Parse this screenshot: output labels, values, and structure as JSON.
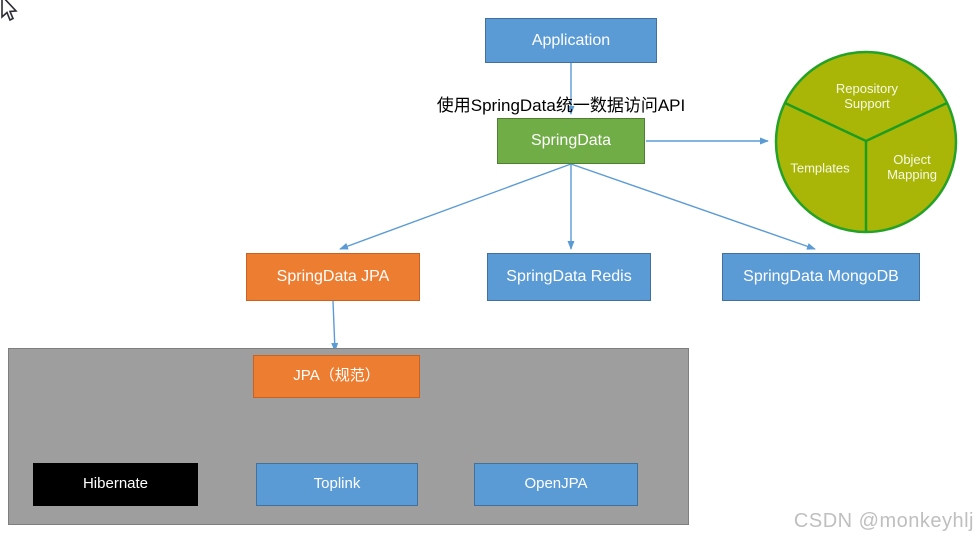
{
  "annotation": "使用SpringData统一数据访问API",
  "watermark": "CSDN @monkeyhlj",
  "nodes": {
    "application": {
      "label": "Application"
    },
    "springdata": {
      "label": "SpringData"
    },
    "springdata_jpa": {
      "label": "SpringData JPA"
    },
    "springdata_redis": {
      "label": "SpringData Redis"
    },
    "springdata_mongodb": {
      "label": "SpringData MongoDB"
    },
    "jpa_spec": {
      "label": "JPA（规范）"
    },
    "hibernate": {
      "label": "Hibernate"
    },
    "toplink": {
      "label": "Toplink"
    },
    "openjpa": {
      "label": "OpenJPA"
    }
  },
  "circle": {
    "segments": {
      "top": "Repository Support",
      "left": "Templates",
      "right": "Object Mapping"
    }
  },
  "colors": {
    "box_blue": "#5B9BD5",
    "box_blue_border": "#41719C",
    "box_green": "#70AD47",
    "box_green_border": "#507E32",
    "box_orange": "#ED7D31",
    "box_orange_border": "#CB6120",
    "box_black": "#000000",
    "container_gray": "#9E9E9E",
    "circle_fill": "#A9B608",
    "circle_border": "#24A127",
    "arrow_blue": "#5B9BD5",
    "annotation_text": "#000000",
    "watermark_text": "#BFBFBF"
  }
}
